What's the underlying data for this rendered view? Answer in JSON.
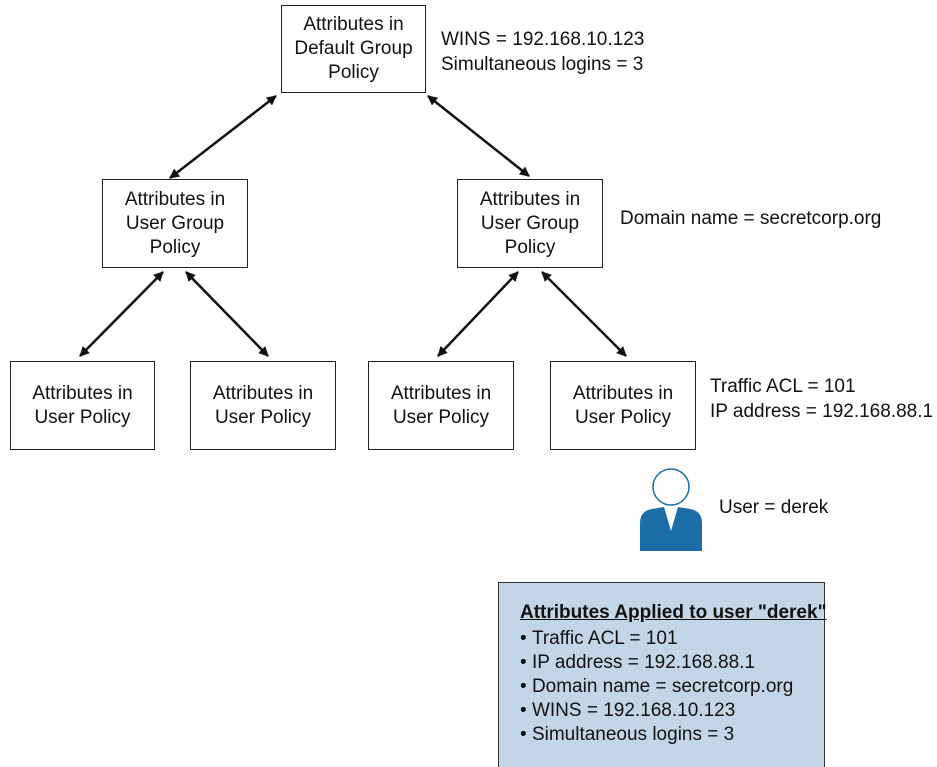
{
  "colors": {
    "line": "#111111",
    "box_border": "#222222",
    "user_fill": "#1b6da8",
    "summary_fill": "#c3d6e8"
  },
  "nodes": {
    "default_group": "Attributes in\nDefault Group\nPolicy",
    "user_group_left": "Attributes in\nUser Group\nPolicy",
    "user_group_right": "Attributes in\nUser Group\nPolicy",
    "user_policy_1": "Attributes in\nUser Policy",
    "user_policy_2": "Attributes in\nUser Policy",
    "user_policy_3": "Attributes in\nUser Policy",
    "user_policy_4": "Attributes in\nUser Policy"
  },
  "annotations": {
    "default_group_lines": [
      "WINS = 192.168.10.123",
      "Simultaneous logins = 3"
    ],
    "user_group_right_line": "Domain name = secretcorp.org",
    "user_policy_lines": [
      "Traffic ACL = 101",
      "IP address = 192.168.88.1"
    ],
    "user_label": "User = derek"
  },
  "summary": {
    "title": "Attributes Applied to user \"derek\"",
    "items": [
      "Traffic ACL = 101",
      "IP address = 192.168.88.1",
      "Domain name = secretcorp.org",
      "WINS = 192.168.10.123",
      "Simultaneous logins = 3"
    ]
  },
  "icons": {
    "user": "user-icon"
  }
}
